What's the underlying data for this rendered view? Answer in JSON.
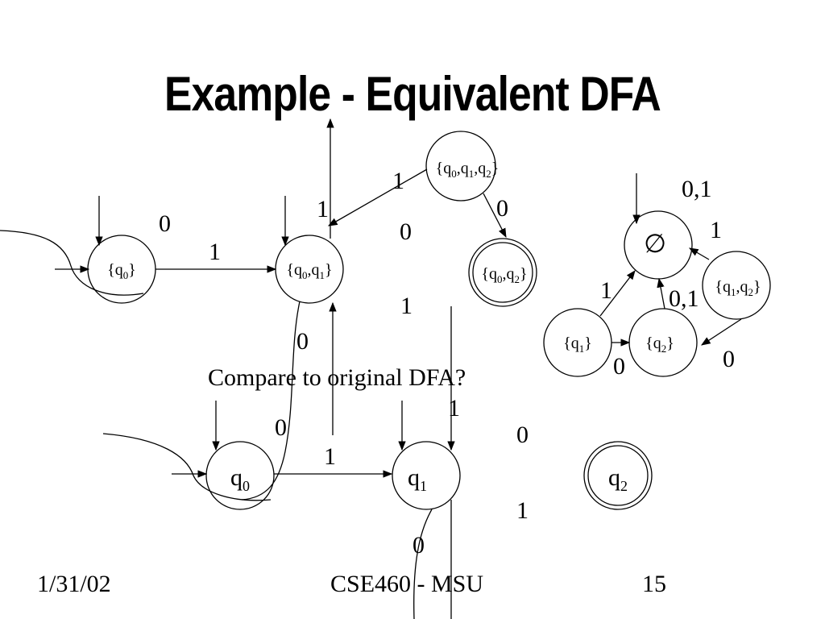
{
  "slide": {
    "title": "Example - Equivalent DFA",
    "note": "Compare to original DFA?",
    "footer": {
      "date": "1/31/02",
      "course": "CSE460 - MSU",
      "page": "15"
    }
  },
  "dfa_states": {
    "q0": {
      "prefix": "{q",
      "s1": "0",
      "suffix": "}"
    },
    "q0q1": {
      "prefix": "{q",
      "s1": "0",
      "mid": ",q",
      "s2": "1",
      "suffix": "}"
    },
    "q0q1q2": {
      "prefix": "{q",
      "s1": "0",
      "mid1": ",q",
      "s2": "1",
      "mid2": ",q",
      "s3": "2",
      "suffix": "}"
    },
    "q0q2": {
      "prefix": "{q",
      "s1": "0",
      "mid": ",q",
      "s2": "2",
      "suffix": "}"
    },
    "empty": {
      "symbol": "∅"
    },
    "q1q2": {
      "prefix": "{q",
      "s1": "1",
      "mid": ",q",
      "s2": "2",
      "suffix": "}"
    },
    "q1": {
      "prefix": "{q",
      "s1": "1",
      "suffix": "}"
    },
    "q2": {
      "prefix": "{q",
      "s1": "2",
      "suffix": "}"
    }
  },
  "nfa_states": {
    "q0": {
      "base": "q",
      "sub": "0"
    },
    "q1": {
      "base": "q",
      "sub": "1"
    },
    "q2": {
      "base": "q",
      "sub": "2"
    }
  },
  "labels": {
    "dfa_q0_loop_0": "0",
    "dfa_q0_to_q0q1_1": "1",
    "dfa_q0q1_to_q0q1q2_1": "1",
    "dfa_q0q1q2_loop_1": "1",
    "dfa_q0q1q2_to_q0q2_0": "0",
    "dfa_q0q2_mid_0": "0",
    "dfa_q0q2_to_q0q1_1": "1",
    "dfa_q0q1_loop_0": "0",
    "dfa_empty_loop_01": "0,1",
    "dfa_q1q2_to_empty_1": "1",
    "dfa_q1_to_empty_1": "1",
    "dfa_q2_to_empty_01": "0,1",
    "dfa_q1_to_q2_0": "0",
    "dfa_q1q2_to_q2_0": "0",
    "nfa_q0_loop_0": "0",
    "nfa_q0_to_q1_1": "1",
    "nfa_q1_loop_1": "1",
    "nfa_q1_to_q2_0": "0",
    "nfa_q2_to_q1_1": "1",
    "nfa_q1_self_0": "0"
  }
}
